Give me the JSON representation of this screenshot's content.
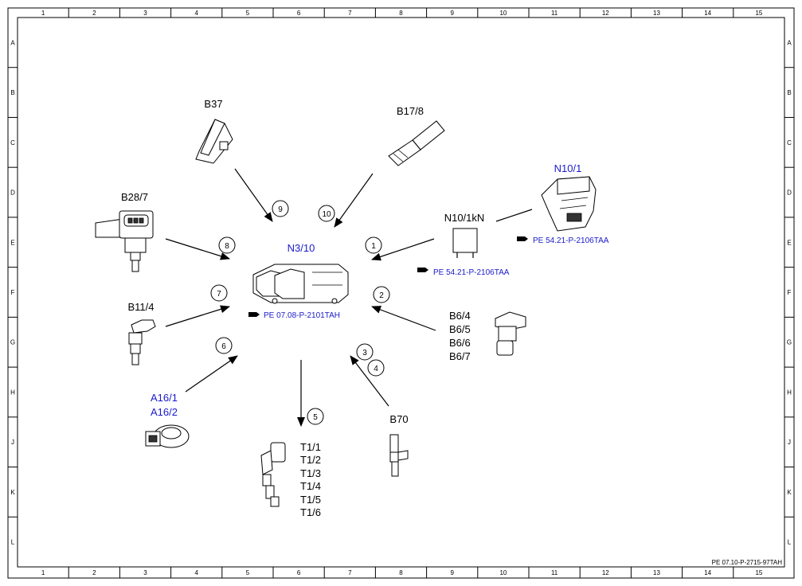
{
  "grid": {
    "columns": [
      "1",
      "2",
      "3",
      "4",
      "5",
      "6",
      "7",
      "8",
      "9",
      "10",
      "11",
      "12",
      "13",
      "14",
      "15"
    ],
    "rows": [
      "A",
      "B",
      "C",
      "D",
      "E",
      "F",
      "G",
      "H",
      "J",
      "K",
      "L"
    ]
  },
  "center": {
    "label": "N3/10",
    "ref": "PE 07.08-P-2101TAH"
  },
  "components": {
    "b37": "B37",
    "b17_8": "B17/8",
    "b28_7": "B28/7",
    "n10_1": "N10/1",
    "n10_1_ref": "PE 54.21-P-2106TAA",
    "n10_1kn": "N10/1kN",
    "n10_1kn_ref": "PE 54.21-P-2106TAA",
    "b11_4": "B11/4",
    "b6": [
      "B6/4",
      "B6/5",
      "B6/6",
      "B6/7"
    ],
    "a16": [
      "A16/1",
      "A16/2"
    ],
    "b70": "B70",
    "t1": [
      "T1/1",
      "T1/2",
      "T1/3",
      "T1/4",
      "T1/5",
      "T1/6"
    ]
  },
  "callouts": [
    "1",
    "2",
    "3",
    "4",
    "5",
    "6",
    "7",
    "8",
    "9",
    "10"
  ],
  "doc_ref": "PE 07.10-P-2715-97TAH",
  "colors": {
    "line": "#000000",
    "label_blue": "#1a1acc"
  },
  "icons": {
    "ref_pointer": "pointing-hand-icon"
  }
}
